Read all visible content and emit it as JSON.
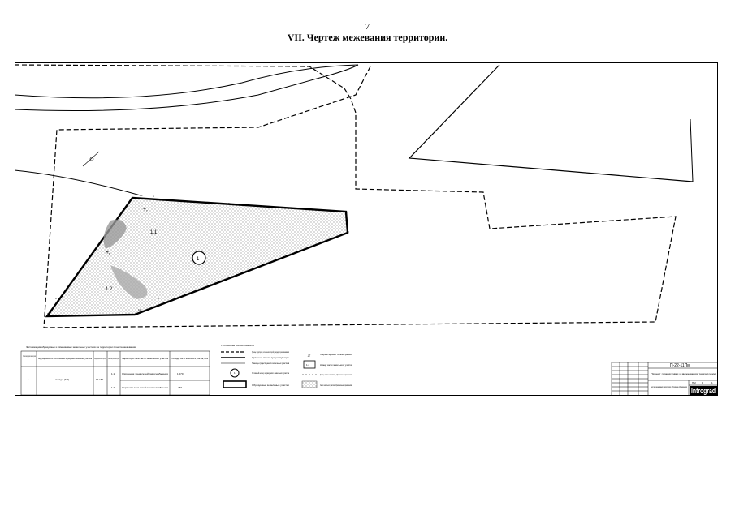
{
  "header": {
    "page_number": "7",
    "title": "VII.     Чертеж межевания территории."
  },
  "plan": {
    "parcel_number": "1",
    "zone_labels": [
      "1.1",
      "1.2"
    ],
    "point_labels": [
      "1",
      "2",
      "3",
      "4",
      "5",
      "6",
      "7",
      "8",
      "9",
      "10",
      "11"
    ]
  },
  "table": {
    "caption": "Экспликация образуемых и изменяемых земельных участков на территории проекта межевания",
    "headers": [
      "Условный номер образуемого земельного участка",
      "Вид разрешенного использования образуемых земельных участков",
      "Площадь образуемого земельного участка, кв.м",
      "Условный номер части земельного участка",
      "Характеристика части земельного участка",
      "Площадь части земельного участка, кв.м"
    ],
    "rows": [
      {
        "id": "1",
        "use": "склады (6.9)",
        "area": "12 180",
        "part1": "1.1",
        "desc1": "Охранная зона сетей газоснабжения",
        "area1": "1 070",
        "part2": "1.2",
        "desc2": "Охранная зона сетей электроснабжения",
        "area2": "456"
      }
    ]
  },
  "legend": {
    "title": "УСЛОВНЫЕ ОБОЗНАЧЕНИЯ",
    "items": [
      "Границы территории, в отношении которой утвержден проект межевания",
      "Красные линии существующие",
      "Границы существующих земельных участков",
      "Условный номер образуемого земельного участка",
      "Образуемые земельные участки",
      "Характерная точка границ",
      "Номер части земельного участка",
      "Границы земельных участков, обременённые ограничениями",
      "Части земельного участка, обременённые ограничениями"
    ]
  },
  "stamp": {
    "code": "П-22-11Пм",
    "project": "Проект планировки и межевания территории",
    "sheet_title": "Чертеж межевания территории. Условные обозначения",
    "stage": "ПМ",
    "sheet": "1",
    "sheets": "1",
    "brand": "Intrograd"
  }
}
